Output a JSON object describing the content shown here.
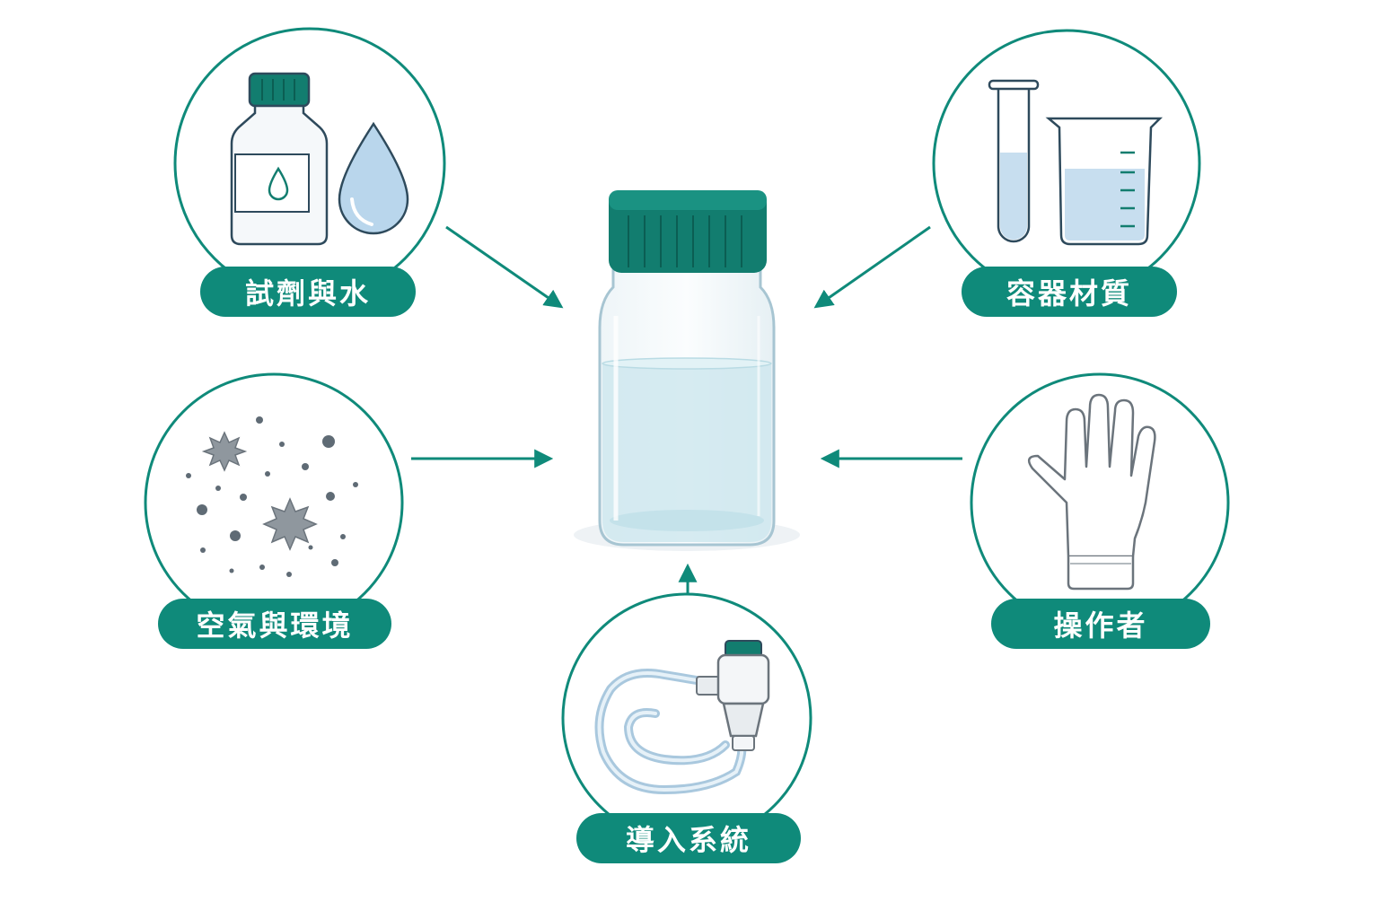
{
  "colors": {
    "accent": "#0f8a7a",
    "cap": "#127d6f",
    "liquid": "#cfe8ef",
    "outline": "#2e4a5c",
    "particle": "#5f6b75"
  },
  "center": {
    "icon": "glass-bottle-icon"
  },
  "sources": [
    {
      "id": "reagents",
      "label": "試劑與水",
      "icon": "reagent-bottle-water-drop-icon"
    },
    {
      "id": "container",
      "label": "容器材質",
      "icon": "test-tube-beaker-icon"
    },
    {
      "id": "air",
      "label": "空氣與環境",
      "icon": "airborne-particles-icon"
    },
    {
      "id": "operator",
      "label": "操作者",
      "icon": "glove-icon"
    },
    {
      "id": "intro",
      "label": "導入系統",
      "icon": "sample-introduction-tube-icon"
    }
  ]
}
